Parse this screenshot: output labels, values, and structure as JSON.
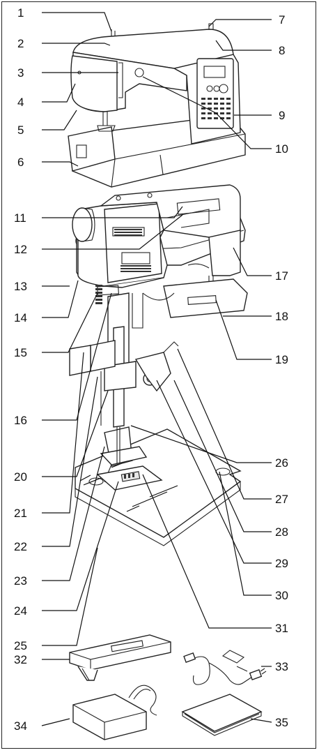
{
  "callouts": [
    "1",
    "2",
    "3",
    "4",
    "5",
    "6",
    "7",
    "8",
    "9",
    "10",
    "11",
    "12",
    "13",
    "14",
    "15",
    "16",
    "17",
    "18",
    "19",
    "20",
    "21",
    "22",
    "23",
    "24",
    "25",
    "26",
    "27",
    "28",
    "29",
    "30",
    "31",
    "32",
    "33",
    "34",
    "35"
  ],
  "illustrations": {
    "front_view": "sewing-machine-front-view",
    "rear_view": "sewing-machine-rear-view",
    "needle_area": "presser-foot-needle-plate-closeup",
    "accessory_1": "extension-table",
    "accessory_2": "power-cord",
    "accessory_3": "foot-controller",
    "accessory_4": "instruction-manual"
  }
}
